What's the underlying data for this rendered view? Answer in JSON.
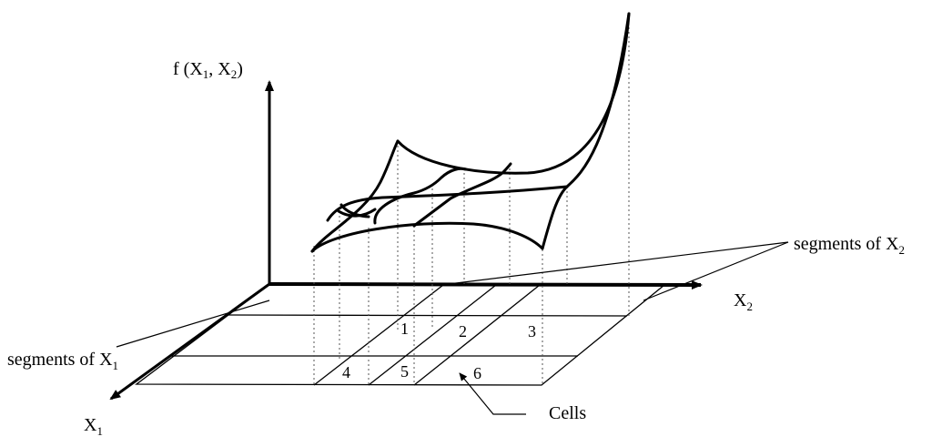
{
  "axes": {
    "vertical": {
      "base": "f (X",
      "sub1": "1",
      "mid": ", X",
      "sub2": "2",
      "end": ")"
    },
    "x1": {
      "base": "X",
      "sub": "1"
    },
    "x2": {
      "base": "X",
      "sub": "2"
    }
  },
  "annotations": {
    "segments_x1": {
      "base": "segments of X",
      "sub": "1"
    },
    "segments_x2": {
      "base": "segments of X",
      "sub": "2"
    },
    "cells": "Cells"
  },
  "cell_labels": [
    "1",
    "2",
    "3",
    "4",
    "5",
    "6"
  ],
  "colors": {
    "ink": "#000000",
    "background": "#ffffff"
  }
}
